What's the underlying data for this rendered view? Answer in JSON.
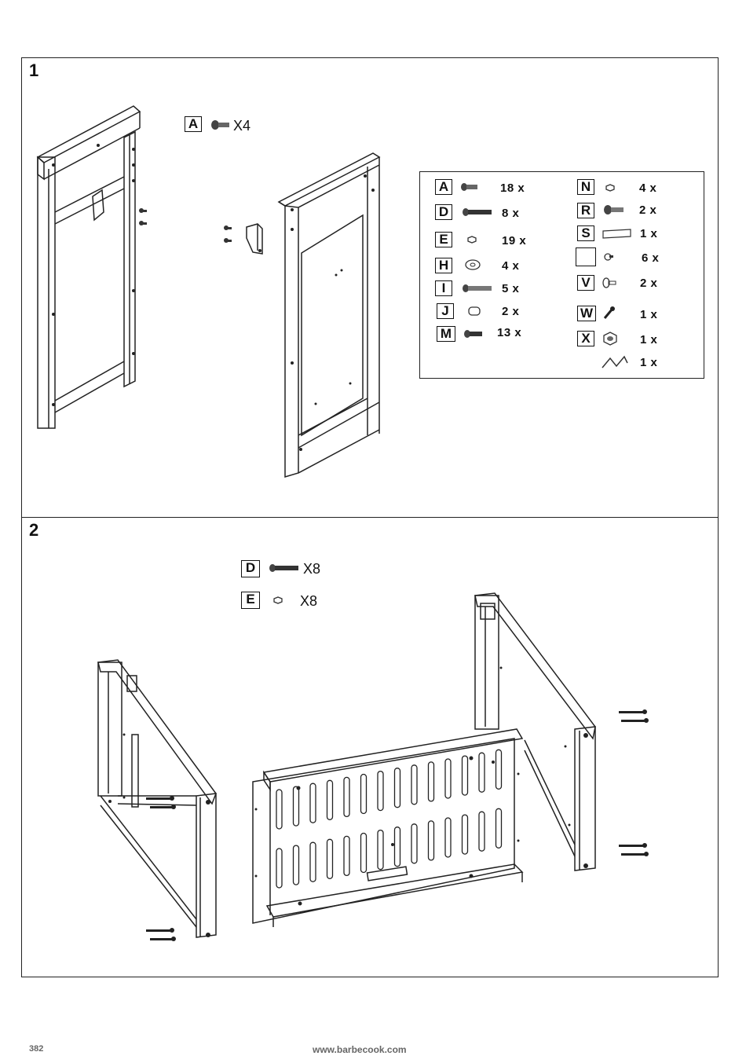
{
  "step1": {
    "number": "1",
    "callout": {
      "letter": "A",
      "qty": "X4"
    },
    "parts_table": {
      "left": [
        {
          "letter": "A",
          "qty": "18 x"
        },
        {
          "letter": "D",
          "qty": "8 x"
        },
        {
          "letter": "E",
          "qty": "19 x"
        },
        {
          "letter": "H",
          "qty": "4 x"
        },
        {
          "letter": "I",
          "qty": "5 x"
        },
        {
          "letter": "J",
          "qty": "2 x"
        },
        {
          "letter": "M",
          "qty": "13 x"
        }
      ],
      "right": [
        {
          "letter": "N",
          "qty": "4 x"
        },
        {
          "letter": "R",
          "qty": "2 x"
        },
        {
          "letter": "S",
          "qty": "1 x"
        },
        {
          "letter": "",
          "qty": "6 x"
        },
        {
          "letter": "V",
          "qty": "2 x"
        },
        {
          "letter": "W",
          "qty": "1 x"
        },
        {
          "letter": "X",
          "qty": "1 x"
        },
        {
          "letter": "",
          "qty": "1 x"
        }
      ]
    }
  },
  "step2": {
    "number": "2",
    "callouts": [
      {
        "letter": "D",
        "qty": "X8"
      },
      {
        "letter": "E",
        "qty": "X8"
      }
    ]
  },
  "footer": {
    "page_number": "382",
    "website": "www.barbecook.com"
  }
}
